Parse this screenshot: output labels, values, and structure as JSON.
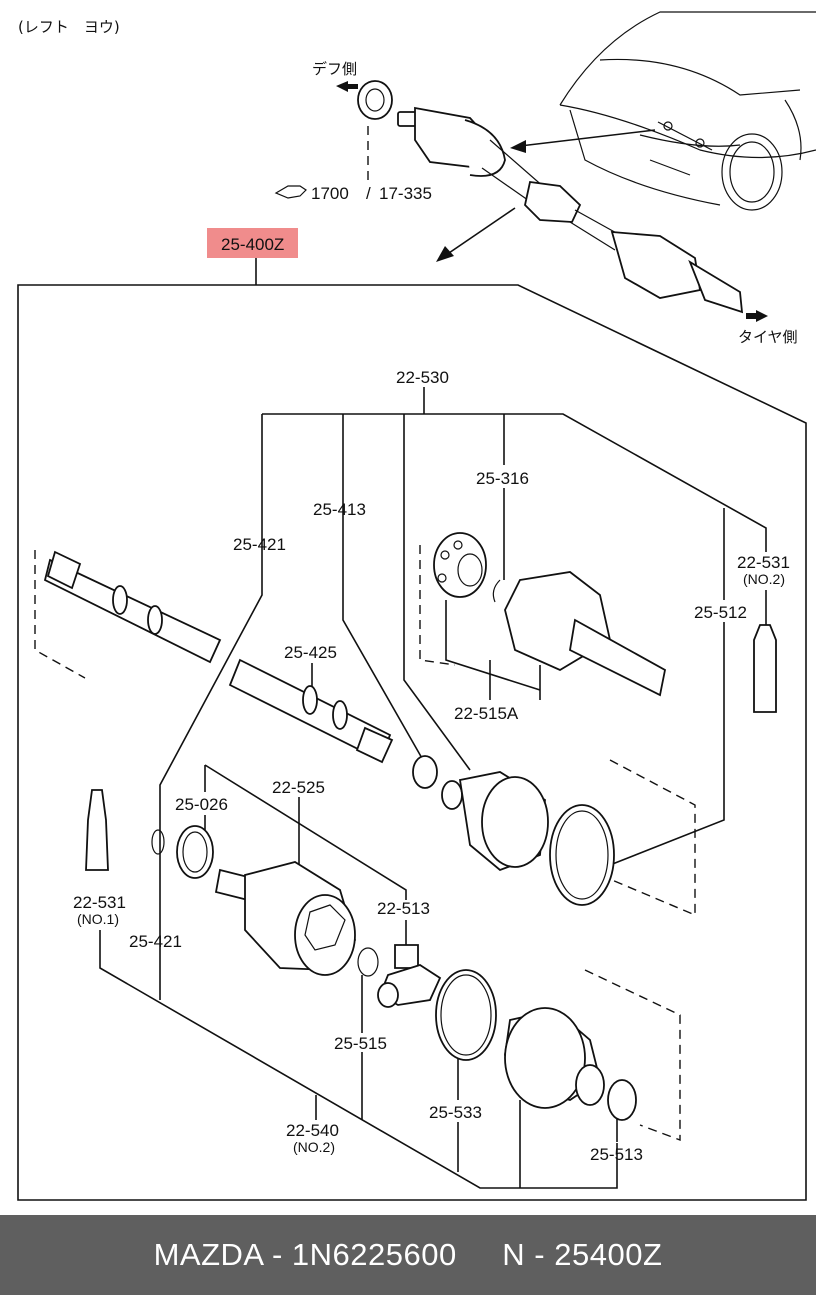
{
  "header": {
    "side_label": "(レフト　ヨウ)"
  },
  "top": {
    "diff_side": "デフ側",
    "tire_side": "タイヤ側",
    "ref_main": "1700",
    "ref_sub": "17-335",
    "assembly_code": "25-400Z",
    "highlight_color": "#f08c8c"
  },
  "parts": {
    "p22_530": "22-530",
    "p25_316": "25-316",
    "p25_413": "25-413",
    "p25_421_upper": "25-421",
    "p22_531_no2": "22-531",
    "p22_531_no2_sub": "(NO.2)",
    "p25_512": "25-512",
    "p25_425": "25-425",
    "p22_515a": "22-515A",
    "p25_026": "25-026",
    "p22_525": "22-525",
    "p22_531_no1": "22-531",
    "p22_531_no1_sub": "(NO.1)",
    "p22_513": "22-513",
    "p25_421_lower": "25-421",
    "p25_515": "25-515",
    "p25_533": "25-533",
    "p22_540": "22-540",
    "p22_540_sub": "(NO.2)",
    "p25_513": "25-513"
  },
  "footer": {
    "text": "MAZDA - 1N6225600     N - 25400Z",
    "bg_color": "#5f5f5f"
  }
}
